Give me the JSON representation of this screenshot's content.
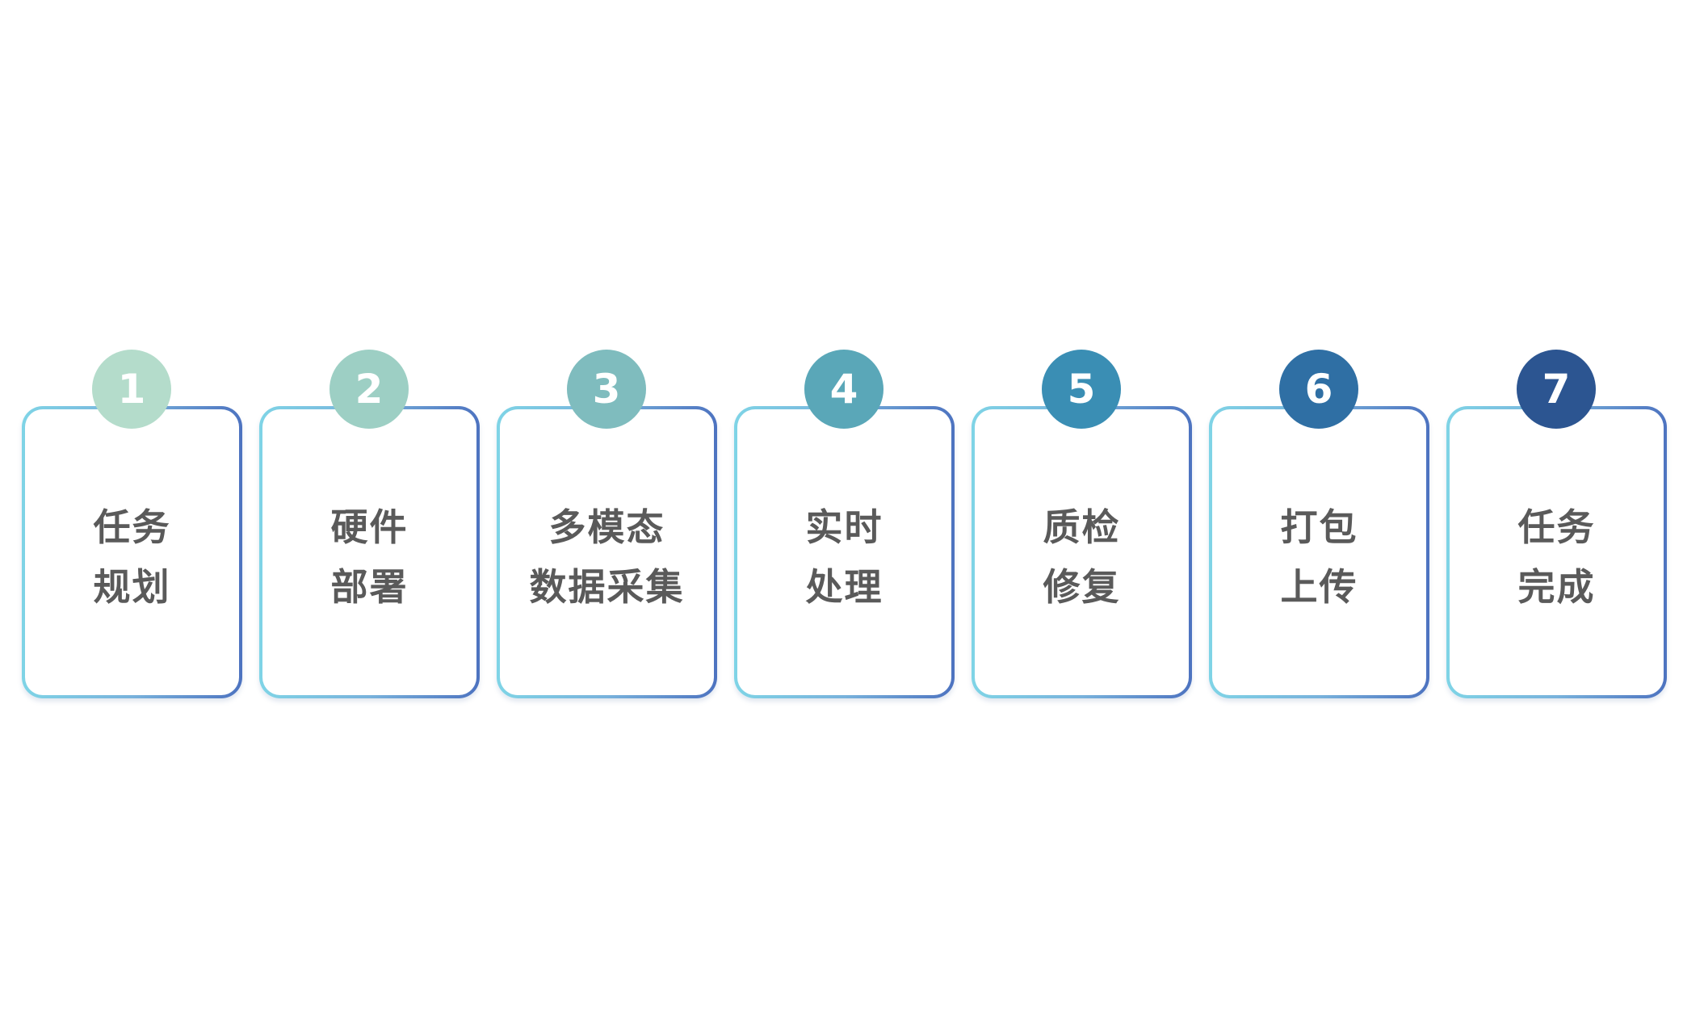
{
  "steps": [
    {
      "number": "1",
      "line1": "任务",
      "line2": "规划",
      "color": "#b4dccb"
    },
    {
      "number": "2",
      "line1": "硬件",
      "line2": "部署",
      "color": "#9dcfc4"
    },
    {
      "number": "3",
      "line1": "多模态",
      "line2": "数据采集",
      "color": "#7fbcbe"
    },
    {
      "number": "4",
      "line1": "实时",
      "line2": "处理",
      "color": "#5aa7b8"
    },
    {
      "number": "5",
      "line1": "质检",
      "line2": "修复",
      "color": "#3a8eb4"
    },
    {
      "number": "6",
      "line1": "打包",
      "line2": "上传",
      "color": "#2f6fa4"
    },
    {
      "number": "7",
      "line1": "任务",
      "line2": "完成",
      "color": "#2c5591"
    }
  ]
}
